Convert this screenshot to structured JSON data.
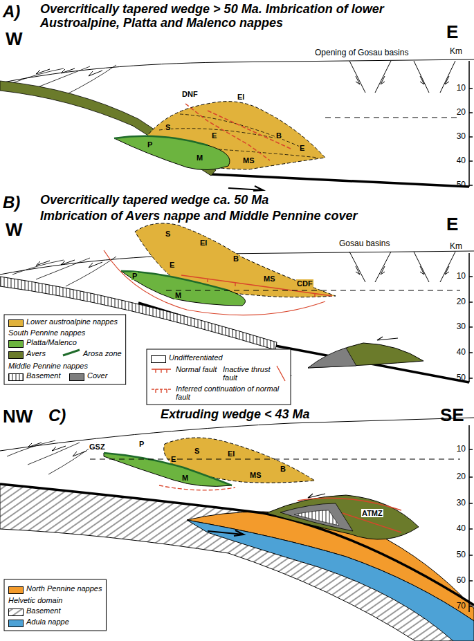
{
  "diagram": {
    "labels": [
      "A)",
      "Overcritically tapered wedge > 50 Ma. Imbrication of lower Austroalpine, Platta and Malenco nappes",
      "W",
      "E",
      "Km",
      "10",
      "20",
      "30",
      "40",
      "50",
      "Opening of Gosau basins",
      "DNF",
      "El",
      "S",
      "E",
      "B",
      "P",
      "M",
      "E",
      "MS",
      "B)",
      "Overcritically tapered wedge ca. 50 Ma",
      "Imbrication of Avers nappe and Middle Pennine cover",
      "W",
      "E",
      "Km",
      "10",
      "20",
      "30",
      "40",
      "50",
      "Gosau basins",
      "S",
      "El",
      "B",
      "P",
      "E",
      "CDF",
      "M",
      "MS",
      "NW",
      "C)",
      "Extruding wedge < 43 Ma",
      "SE",
      "10",
      "20",
      "30",
      "40",
      "50",
      "60",
      "70",
      "GSZ",
      "P",
      "S",
      "El",
      "B",
      "E",
      "M",
      "MS",
      "ATMZ"
    ],
    "legend": [
      {
        "text": "Lower austroalpine nappes",
        "color": "#e1b23b"
      },
      {
        "text": "South Pennine nappes"
      },
      {
        "text": "Platta/Malenco",
        "color": "#6cb43f"
      },
      {
        "text": "Avers",
        "color": "#6b7b2b"
      },
      {
        "text": "Arosa zone"
      },
      {
        "text": "Middle Pennine nappes"
      },
      {
        "text": "Basement"
      },
      {
        "text": "Cover",
        "color": "#7f7f7f"
      },
      {
        "text": "Undifferentiated",
        "color": "#ffffff"
      },
      {
        "text": "Normal fault"
      },
      {
        "text": "Inactive thrust fault"
      },
      {
        "text": "Inferred continuation of normal fault"
      },
      {
        "text": "North Pennine nappes",
        "color": "#f39b2c"
      },
      {
        "text": "Helvetic domain"
      },
      {
        "text": "Basement"
      },
      {
        "text": "Adula nappe",
        "color": "#4da2d6"
      }
    ]
  }
}
